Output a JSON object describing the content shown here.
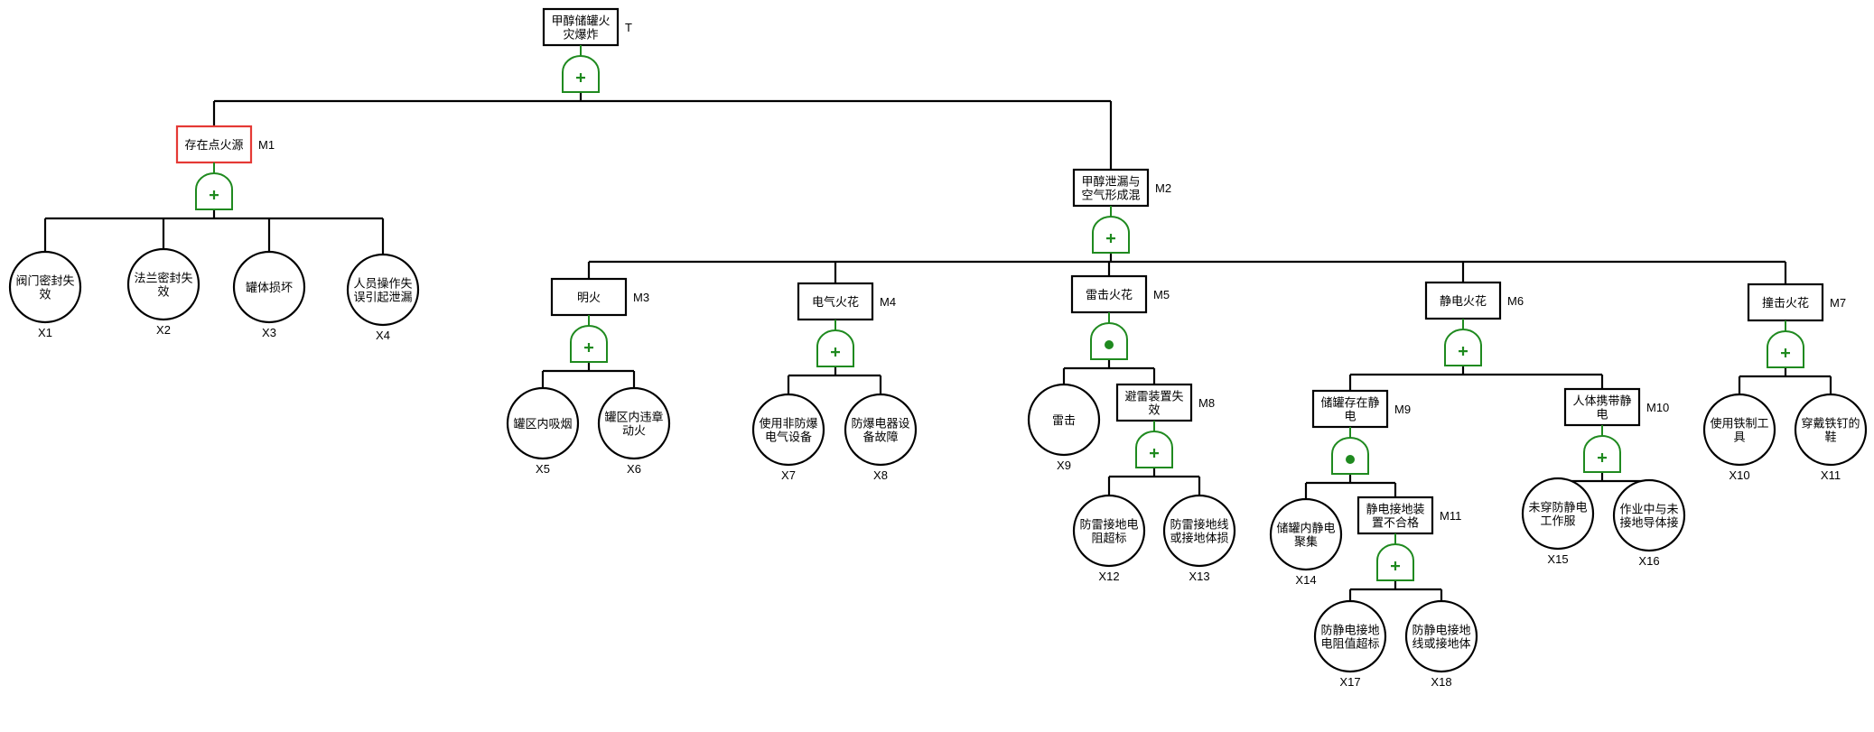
{
  "diagram": {
    "type": "fault-tree",
    "title": "甲醇储罐火灾爆炸",
    "colors": {
      "edge": "#000000",
      "gate": "#1f8a1f",
      "highlight": "#e53935"
    },
    "gate_types": {
      "or": "+",
      "and": "•"
    },
    "nodes": [
      {
        "id": "T",
        "kind": "event",
        "lines": [
          "甲醇储罐火",
          "灾爆炸"
        ],
        "gate": "or",
        "children": [
          "M1",
          "M2"
        ]
      },
      {
        "id": "M1",
        "kind": "event",
        "lines": [
          "存在点火源"
        ],
        "gate": "or",
        "highlighted": true,
        "children": [
          "X1",
          "X2",
          "X3",
          "X4"
        ]
      },
      {
        "id": "M2",
        "kind": "event",
        "lines": [
          "甲醇泄漏与",
          "空气形成混"
        ],
        "gate": "or",
        "children": [
          "M3",
          "M4",
          "M5",
          "M6",
          "M7"
        ]
      },
      {
        "id": "X1",
        "kind": "basic",
        "lines": [
          "阀门密封失",
          "效"
        ]
      },
      {
        "id": "X2",
        "kind": "basic",
        "lines": [
          "法兰密封失",
          "效"
        ]
      },
      {
        "id": "X3",
        "kind": "basic",
        "lines": [
          "罐体损坏"
        ]
      },
      {
        "id": "X4",
        "kind": "basic",
        "lines": [
          "人员操作失",
          "误引起泄漏"
        ]
      },
      {
        "id": "M3",
        "kind": "event",
        "lines": [
          "明火"
        ],
        "gate": "or",
        "children": [
          "X5",
          "X6"
        ]
      },
      {
        "id": "M4",
        "kind": "event",
        "lines": [
          "电气火花"
        ],
        "gate": "or",
        "children": [
          "X7",
          "X8"
        ]
      },
      {
        "id": "M5",
        "kind": "event",
        "lines": [
          "雷击火花"
        ],
        "gate": "and",
        "children": [
          "X9",
          "M8"
        ]
      },
      {
        "id": "M6",
        "kind": "event",
        "lines": [
          "静电火花"
        ],
        "gate": "or",
        "children": [
          "M9",
          "M10"
        ]
      },
      {
        "id": "M7",
        "kind": "event",
        "lines": [
          "撞击火花"
        ],
        "gate": "or",
        "children": [
          "X10",
          "X11"
        ]
      },
      {
        "id": "X5",
        "kind": "basic",
        "lines": [
          "罐区内吸烟"
        ]
      },
      {
        "id": "X6",
        "kind": "basic",
        "lines": [
          "罐区内违章",
          "动火"
        ]
      },
      {
        "id": "X7",
        "kind": "basic",
        "lines": [
          "使用非防爆",
          "电气设备"
        ]
      },
      {
        "id": "X8",
        "kind": "basic",
        "lines": [
          "防爆电器设",
          "备故障"
        ]
      },
      {
        "id": "X9",
        "kind": "basic",
        "lines": [
          "雷击"
        ]
      },
      {
        "id": "M8",
        "kind": "event",
        "lines": [
          "避雷装置失",
          "效"
        ],
        "gate": "or",
        "children": [
          "X12",
          "X13"
        ]
      },
      {
        "id": "X12",
        "kind": "basic",
        "lines": [
          "防雷接地电",
          "阻超标"
        ]
      },
      {
        "id": "X13",
        "kind": "basic",
        "lines": [
          "防雷接地线",
          "或接地体损"
        ]
      },
      {
        "id": "M9",
        "kind": "event",
        "lines": [
          "储罐存在静",
          "电"
        ],
        "gate": "and",
        "children": [
          "X14",
          "M11"
        ]
      },
      {
        "id": "M10",
        "kind": "event",
        "lines": [
          "人体携带静",
          "电"
        ],
        "gate": "or",
        "children": [
          "X15",
          "X16"
        ]
      },
      {
        "id": "X14",
        "kind": "basic",
        "lines": [
          "储罐内静电",
          "聚集"
        ]
      },
      {
        "id": "M11",
        "kind": "event",
        "lines": [
          "静电接地装",
          "置不合格"
        ],
        "gate": "or",
        "children": [
          "X17",
          "X18"
        ]
      },
      {
        "id": "X17",
        "kind": "basic",
        "lines": [
          "防静电接地",
          "电阻值超标"
        ]
      },
      {
        "id": "X18",
        "kind": "basic",
        "lines": [
          "防静电接地",
          "线或接地体"
        ]
      },
      {
        "id": "X15",
        "kind": "basic",
        "lines": [
          "未穿防静电",
          "工作服"
        ]
      },
      {
        "id": "X16",
        "kind": "basic",
        "lines": [
          "作业中与未",
          "接地导体接"
        ]
      },
      {
        "id": "X10",
        "kind": "basic",
        "lines": [
          "使用铁制工",
          "具"
        ]
      },
      {
        "id": "X11",
        "kind": "basic",
        "lines": [
          "穿戴铁钉的",
          "鞋"
        ]
      }
    ]
  }
}
